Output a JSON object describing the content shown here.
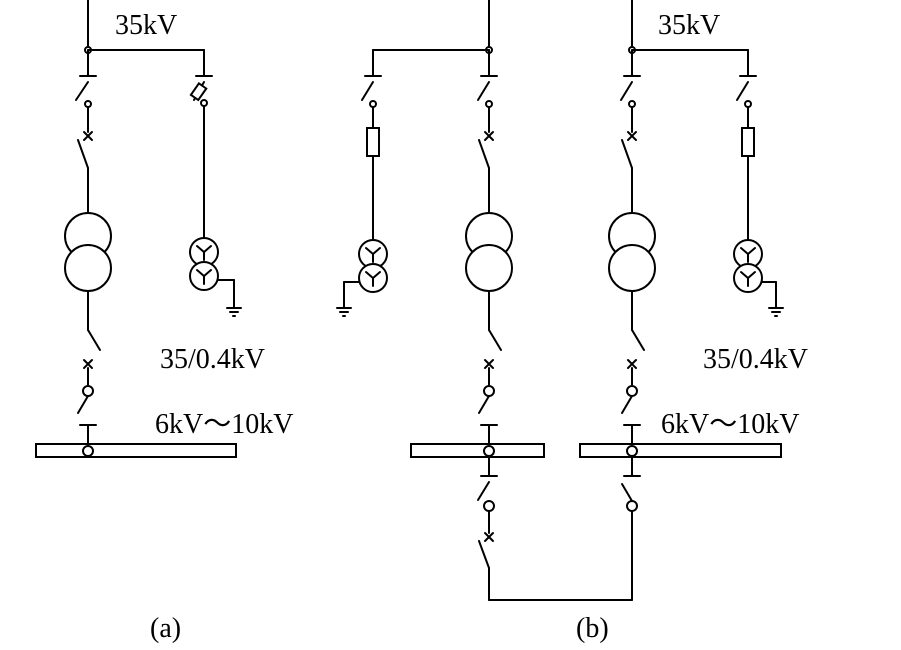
{
  "diagram_a": {
    "hv_label": "35kV",
    "ratio_label": "35/0.4kV",
    "lv_label": "6kV～10kV",
    "caption": "(a)"
  },
  "diagram_b": {
    "hv_label": "35kV",
    "ratio_label": "35/0.4kV",
    "lv_label": "6kV～10kV",
    "caption": "(b)"
  }
}
